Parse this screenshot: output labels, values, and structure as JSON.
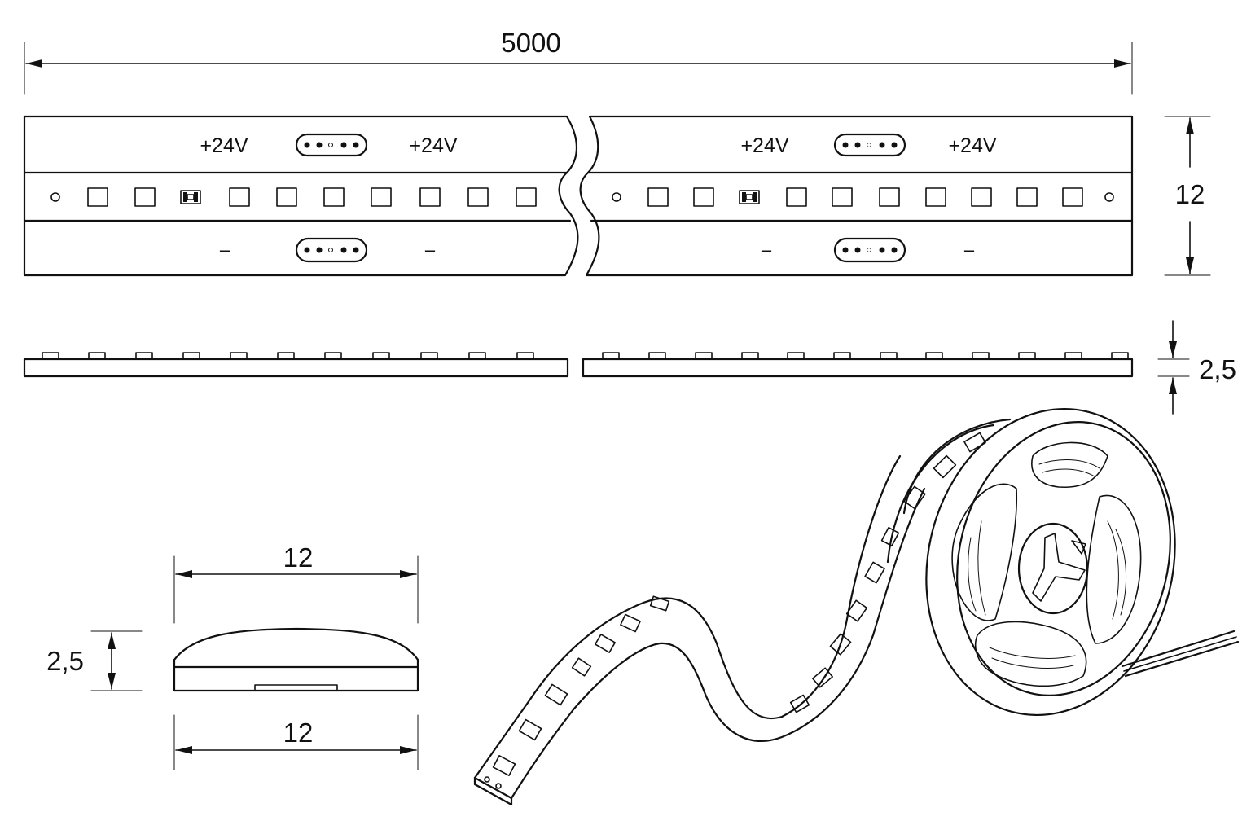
{
  "dimensions": {
    "total_length": "5000",
    "width_top": "12",
    "height_side": "2,5",
    "section_width_top": "12",
    "section_height": "2,5",
    "section_width_bottom": "12"
  },
  "labels": {
    "plus_left_a": "+24V",
    "plus_left_b": "+24V",
    "plus_right_a": "+24V",
    "plus_right_b": "+24V",
    "minus_left_a": "–",
    "minus_left_b": "–",
    "minus_right_a": "–",
    "minus_right_b": "–"
  }
}
